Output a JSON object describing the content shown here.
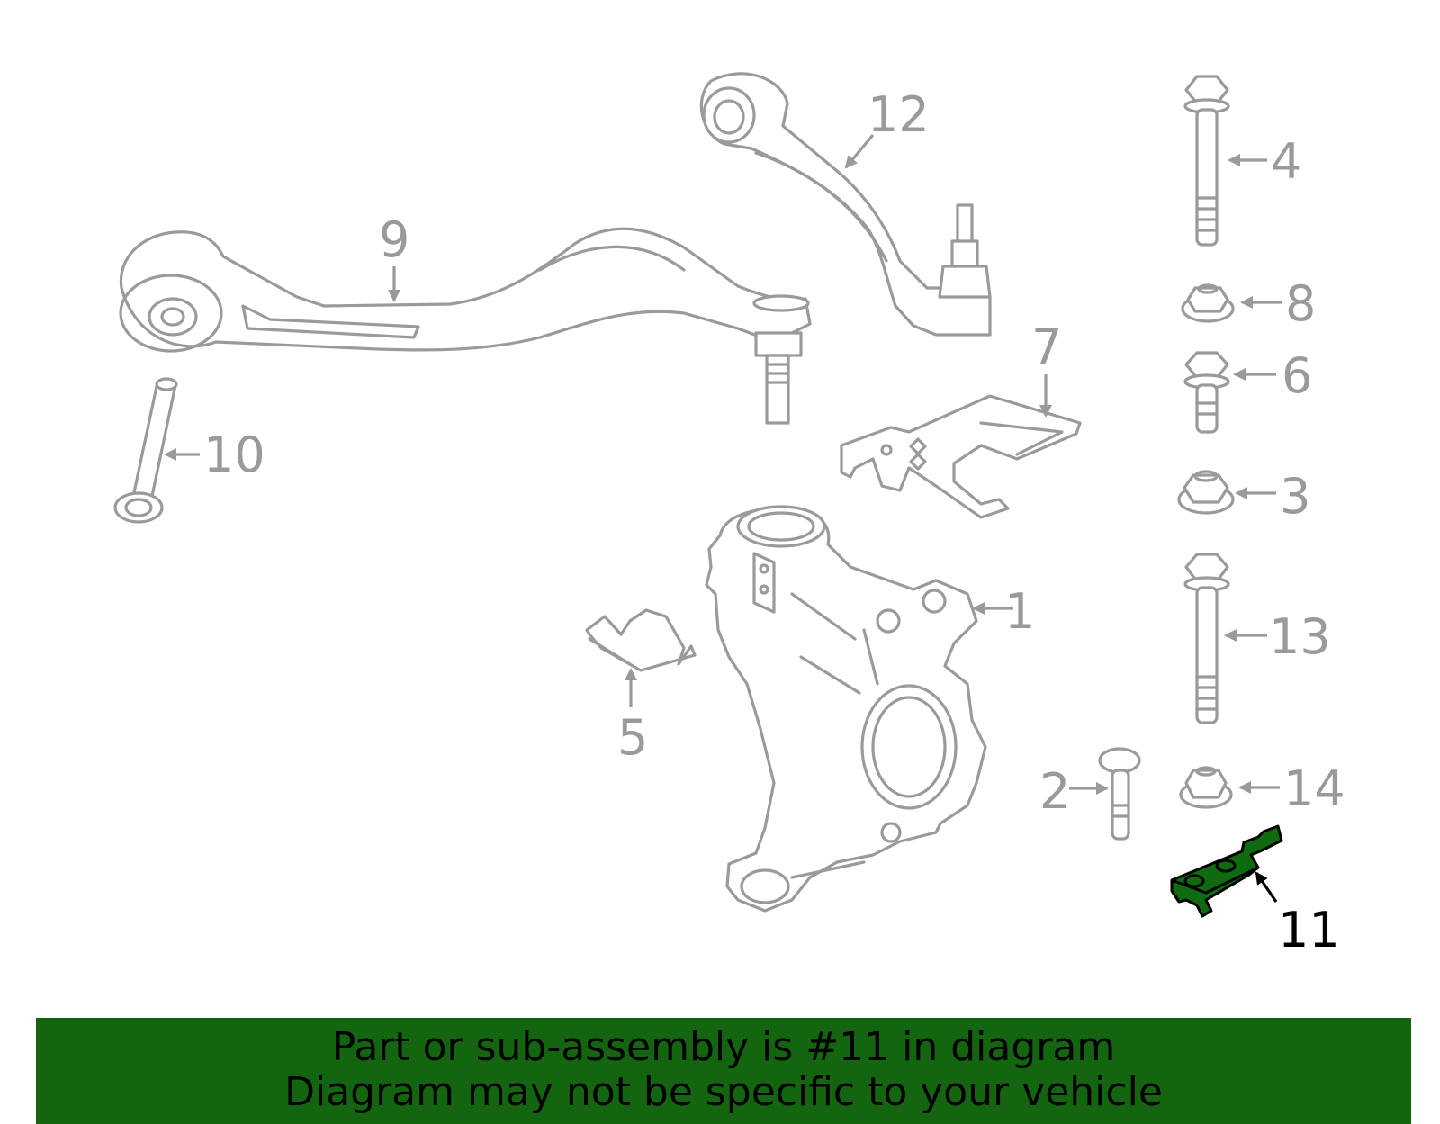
{
  "callouts": {
    "c1": "1",
    "c2": "2",
    "c3": "3",
    "c4": "4",
    "c5": "5",
    "c6": "6",
    "c7": "7",
    "c8": "8",
    "c9": "9",
    "c10": "10",
    "c11": "11",
    "c12": "12",
    "c13": "13",
    "c14": "14"
  },
  "highlighted_part": "11",
  "colors": {
    "highlight": "#0f6b0f",
    "banner": "#14650f",
    "linework": "#9a9a9a"
  },
  "banner": {
    "line1": "Part or sub-assembly is #11 in diagram",
    "line2": "Diagram may not be specific to your vehicle"
  }
}
